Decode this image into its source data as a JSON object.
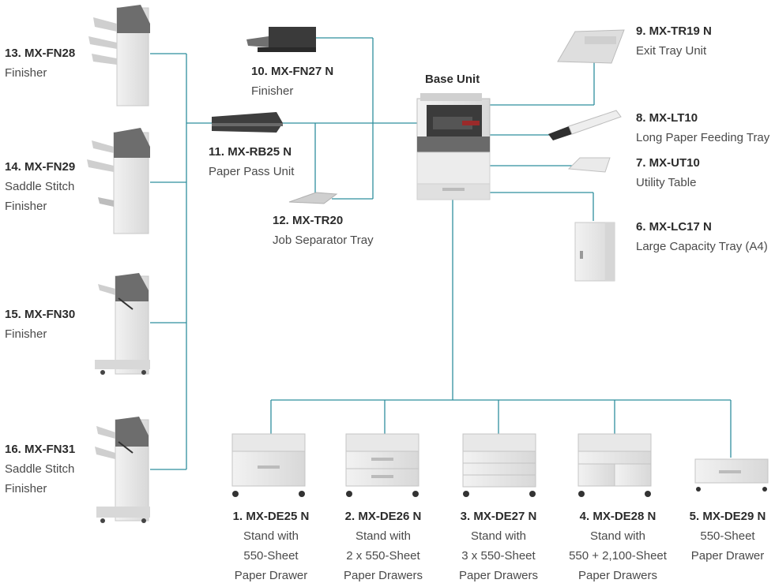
{
  "base_unit": {
    "title": "Base Unit"
  },
  "options": [
    {
      "id": "opt1",
      "code": "1. MX-DE25 N",
      "desc": [
        "Stand with",
        "550-Sheet",
        "Paper Drawer"
      ]
    },
    {
      "id": "opt2",
      "code": "2. MX-DE26 N",
      "desc": [
        "Stand with",
        "2 x 550-Sheet",
        "Paper Drawers"
      ]
    },
    {
      "id": "opt3",
      "code": "3. MX-DE27 N",
      "desc": [
        "Stand with",
        "3 x 550-Sheet",
        "Paper Drawers"
      ]
    },
    {
      "id": "opt4",
      "code": "4. MX-DE28 N",
      "desc": [
        "Stand with",
        "550 + 2,100-Sheet",
        "Paper Drawers"
      ]
    },
    {
      "id": "opt5",
      "code": "5. MX-DE29 N",
      "desc": [
        "550-Sheet",
        "Paper Drawer"
      ]
    },
    {
      "id": "opt6",
      "code": "6. MX-LC17 N",
      "desc": [
        "Large Capacity Tray (A4)"
      ]
    },
    {
      "id": "opt7",
      "code": "7. MX-UT10",
      "desc": [
        "Utility Table"
      ]
    },
    {
      "id": "opt8",
      "code": "8. MX-LT10",
      "desc": [
        "Long Paper Feeding Tray"
      ]
    },
    {
      "id": "opt9",
      "code": "9. MX-TR19 N",
      "desc": [
        "Exit Tray Unit"
      ]
    },
    {
      "id": "opt10",
      "code": "10. MX-FN27 N",
      "desc": [
        "Finisher"
      ]
    },
    {
      "id": "opt11",
      "code": "11. MX-RB25 N",
      "desc": [
        "Paper Pass Unit"
      ]
    },
    {
      "id": "opt12",
      "code": "12. MX-TR20",
      "desc": [
        "Job Separator Tray"
      ]
    },
    {
      "id": "opt13",
      "code": "13. MX-FN28",
      "desc": [
        "Finisher"
      ]
    },
    {
      "id": "opt14",
      "code": "14. MX-FN29",
      "desc": [
        "Saddle Stitch",
        "Finisher"
      ]
    },
    {
      "id": "opt15",
      "code": "15. MX-FN30",
      "desc": [
        "Finisher"
      ]
    },
    {
      "id": "opt16",
      "code": "16. MX-FN31",
      "desc": [
        "Saddle Stitch",
        "Finisher"
      ]
    }
  ],
  "colors": {
    "connector": "#2f8f9d",
    "device_light": "#e6e6e6",
    "device_mid": "#c9c9c9",
    "device_dark": "#4a4a4a"
  }
}
